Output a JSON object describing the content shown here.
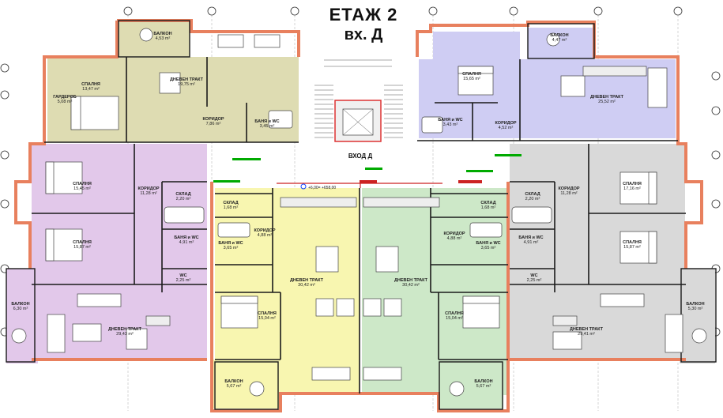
{
  "header": {
    "floor": "ЕТАЖ 2",
    "entrance": "вх. Д"
  },
  "entry_label": "ВХОД Д",
  "level_mark": "+6,00= +658,00",
  "colors": {
    "olive": "#dedcb2",
    "lavender": "#cfcdf3",
    "purple": "#e2c8ea",
    "yellow": "#f8f6b0",
    "green": "#cde8c8",
    "gray": "#d9d9d9",
    "wall": "#e8805e",
    "wall_dark": "#1a1a1a"
  },
  "rooms": [
    {
      "name": "БАЛКОН",
      "area": "4,53 m²"
    },
    {
      "name": "СПАЛНЯ",
      "area": "13,47 m²"
    },
    {
      "name": "ГАРДЕРОБ",
      "area": "5,08 m²"
    },
    {
      "name": "ДНЕВЕН ТРАКТ",
      "area": "19,75 m²"
    },
    {
      "name": "КОРИДОР",
      "area": "7,86 m²"
    },
    {
      "name": "БАНЯ и WC",
      "area": "3,45 m²"
    },
    {
      "name": "БАЛКОН",
      "area": "4,47 m²"
    },
    {
      "name": "СПАЛНЯ",
      "area": "15,65 m²"
    },
    {
      "name": "ДНЕВЕН ТРАКТ",
      "area": "25,52 m²"
    },
    {
      "name": "БАНЯ и WC",
      "area": "3,43 m²"
    },
    {
      "name": "КОРИДОР",
      "area": "4,52 m²"
    },
    {
      "name": "СПАЛНЯ",
      "area": "15,45 m²"
    },
    {
      "name": "КОРИДОР",
      "area": "11,28 m²"
    },
    {
      "name": "СКЛАД",
      "area": "2,20 m²"
    },
    {
      "name": "СПАЛНЯ",
      "area": "15,87 m²"
    },
    {
      "name": "БАНЯ и WC",
      "area": "4,91 m²"
    },
    {
      "name": "WC",
      "area": "2,25 m²"
    },
    {
      "name": "БАЛКОН",
      "area": "6,30 m²"
    },
    {
      "name": "ДНЕВЕН ТРАКТ",
      "area": "29,43 m²"
    },
    {
      "name": "СКЛАД",
      "area": "1,68 m²"
    },
    {
      "name": "КОРИДОР",
      "area": "4,88 m²"
    },
    {
      "name": "БАНЯ и WC",
      "area": "3,65 m²"
    },
    {
      "name": "СПАЛНЯ",
      "area": "15,04 m²"
    },
    {
      "name": "ДНЕВЕН ТРАКТ",
      "area": "30,42 m²"
    },
    {
      "name": "БАЛКОН",
      "area": "5,67 m²"
    },
    {
      "name": "ДНЕВЕН ТРАКТ",
      "area": "30,42 m²"
    },
    {
      "name": "СКЛАД",
      "area": "1,68 m²"
    },
    {
      "name": "КОРИДОР",
      "area": "4,88 m²"
    },
    {
      "name": "БАНЯ и WC",
      "area": "3,65 m²"
    },
    {
      "name": "СПАЛНЯ",
      "area": "15,04 m²"
    },
    {
      "name": "БАЛКОН",
      "area": "5,67 m²"
    },
    {
      "name": "КОРИДОР",
      "area": "11,28 m²"
    },
    {
      "name": "СКЛАД",
      "area": "2,20 m²"
    },
    {
      "name": "СПАЛНЯ",
      "area": "17,16 m²"
    },
    {
      "name": "БАНЯ и WC",
      "area": "4,91 m²"
    },
    {
      "name": "СПАЛНЯ",
      "area": "15,87 m²"
    },
    {
      "name": "WC",
      "area": "2,25 m²"
    },
    {
      "name": "БАЛКОН",
      "area": "5,30 m²"
    },
    {
      "name": "ДНЕВЕН ТРАКТ",
      "area": "29,41 m²"
    }
  ]
}
